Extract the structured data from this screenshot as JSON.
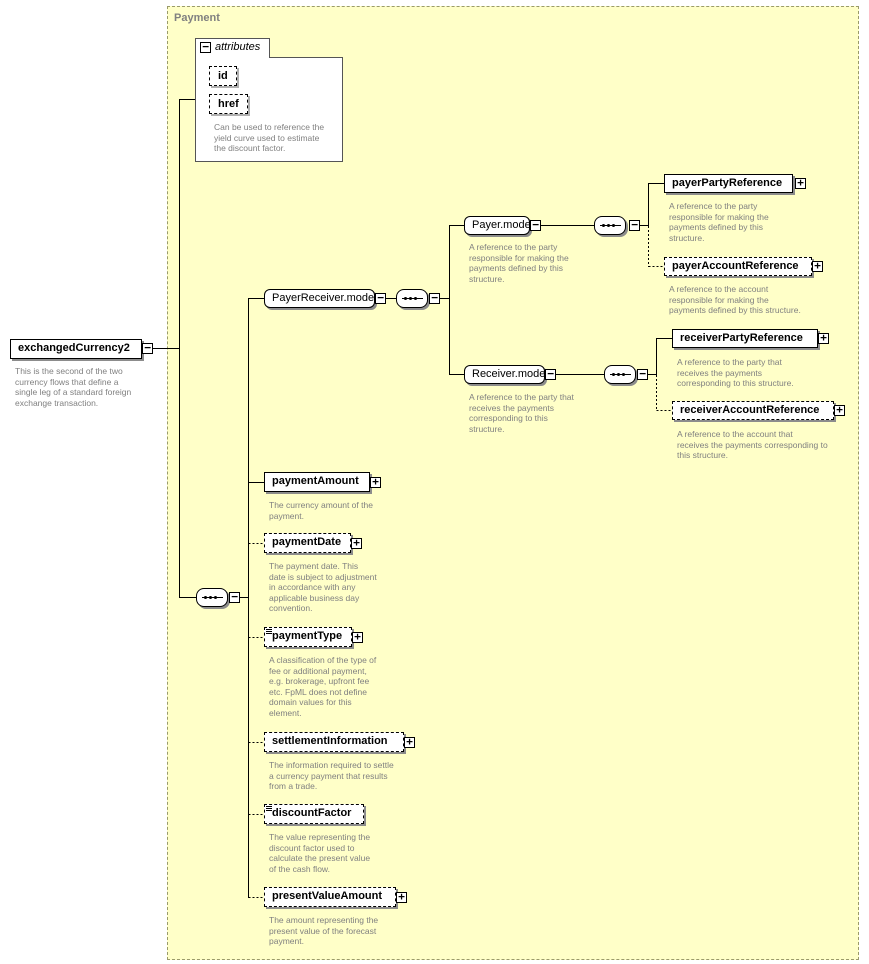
{
  "region": {
    "title": "Payment"
  },
  "attributes": {
    "label": "attributes",
    "items": [
      "id",
      "href"
    ],
    "note": [
      "Can be used to reference the",
      "yield curve used to estimate",
      "the discount factor."
    ]
  },
  "root": {
    "label": "exchangedCurrency2",
    "note": [
      "This is the second of the two",
      "currency flows that define a",
      "single leg of a standard foreign",
      "exchange transaction."
    ]
  },
  "payer_receiver": {
    "label": "PayerReceiver.model"
  },
  "payer_model": {
    "label": "Payer.model",
    "note": [
      "A reference to the party",
      "responsible for making the",
      "payments defined by this",
      "structure."
    ]
  },
  "receiver_model": {
    "label": "Receiver.model",
    "note": [
      "A reference to the party that",
      "receives the payments",
      "corresponding to this",
      "structure."
    ]
  },
  "payer_party": {
    "label": "payerPartyReference",
    "note": [
      "A reference to the party",
      "responsible for making the",
      "payments defined by this",
      "structure."
    ]
  },
  "payer_account": {
    "label": "payerAccountReference",
    "note": [
      "A reference to the account",
      "responsible for making the",
      "payments defined by this structure."
    ]
  },
  "receiver_party": {
    "label": "receiverPartyReference",
    "note": [
      "A reference to the party that",
      "receives the payments",
      "corresponding to this structure."
    ]
  },
  "receiver_account": {
    "label": "receiverAccountReference",
    "note": [
      "A reference to the account that",
      "receives the payments corresponding to",
      "this structure."
    ]
  },
  "payment_amount": {
    "label": "paymentAmount",
    "note": [
      "The currency amount of the",
      "payment."
    ]
  },
  "payment_date": {
    "label": "paymentDate",
    "note": [
      "The payment date. This",
      "date is subject to adjustment",
      "in accordance with any",
      "applicable business day",
      "convention."
    ]
  },
  "payment_type": {
    "label": "paymentType",
    "note": [
      "A classification of the type of",
      "fee or additional payment,",
      "e.g. brokerage, upfront fee",
      "etc. FpML does not define",
      "domain values for this",
      "element."
    ]
  },
  "settlement": {
    "label": "settlementInformation",
    "note": [
      "The information required to settle",
      "a currency payment that results",
      "from a trade."
    ]
  },
  "discount": {
    "label": "discountFactor",
    "note": [
      "The value representing the",
      "discount factor used to",
      "calculate the present value",
      "of the cash flow."
    ]
  },
  "present_value": {
    "label": "presentValueAmount",
    "note": [
      "The amount representing the",
      "present value of the forecast",
      "payment."
    ]
  }
}
